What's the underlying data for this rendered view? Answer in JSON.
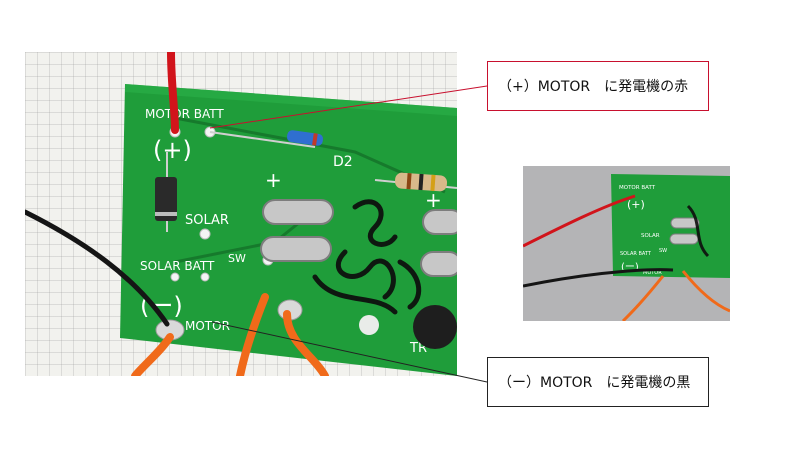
{
  "callouts": {
    "plus": "（+）MOTOR　に発電機の赤",
    "minus": "（ー）MOTOR　に発電機の黒"
  },
  "board": {
    "motor_batt": "MOTOR BATT",
    "plus_sign": "(+)",
    "minus_sign": "(ー)",
    "solar": "SOLAR",
    "solar_batt": "SOLAR BATT",
    "sw": "SW",
    "motor": "MOTOR",
    "d2": "D2",
    "tr": "TR",
    "plus": "+"
  },
  "colors": {
    "pcb": "#1f9d3a",
    "wire_red": "#d1141b",
    "wire_black": "#151515",
    "wire_orange": "#f06a1a",
    "callout_plus_border": "#c8102e",
    "callout_minus_border": "#222222"
  }
}
